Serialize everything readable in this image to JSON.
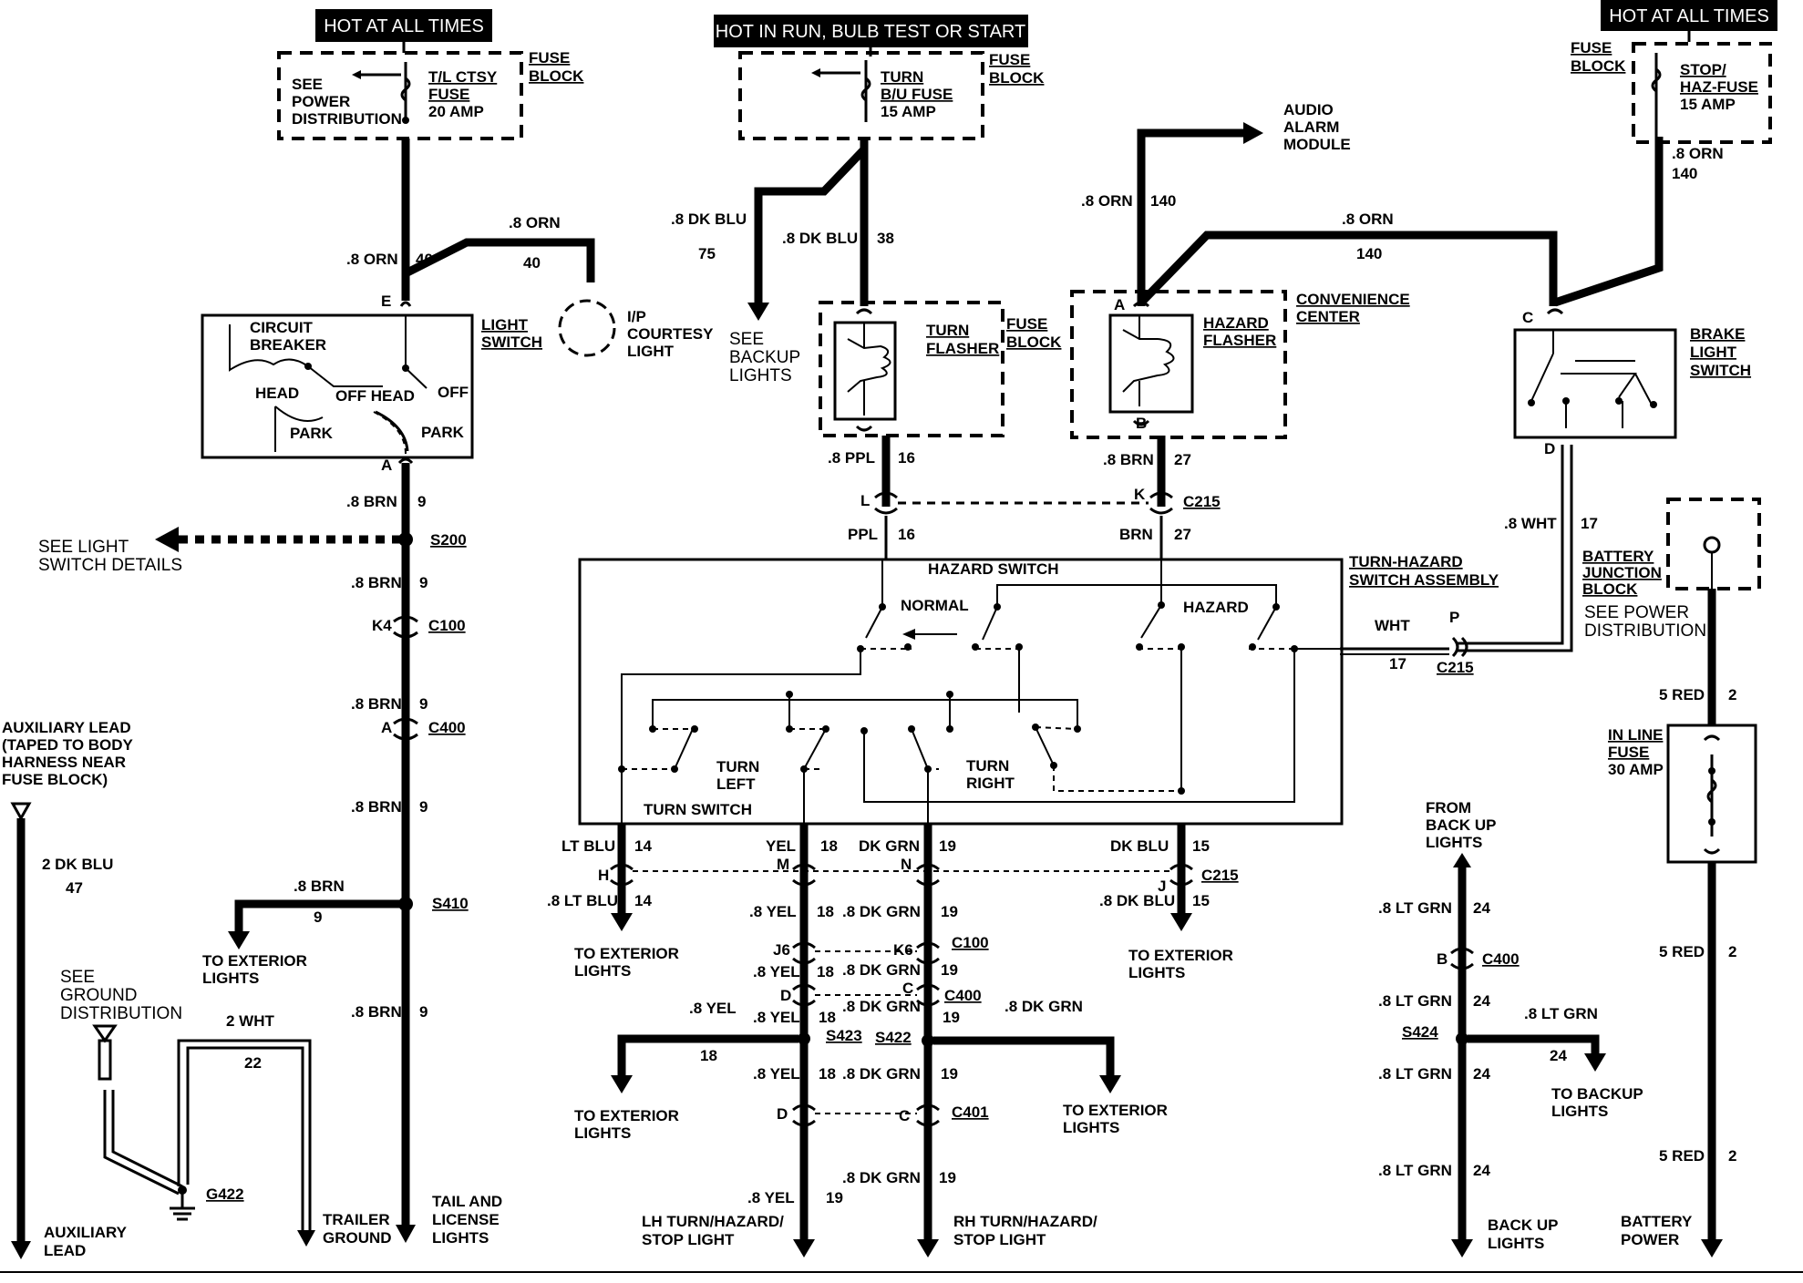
{
  "headers": {
    "hot_left": "HOT AT ALL TIMES",
    "hot_center": "HOT IN RUN, BULB TEST OR START",
    "hot_right": "HOT AT ALL TIMES"
  },
  "fuses": {
    "tl_ctsy": [
      "T/L CTSY",
      "FUSE",
      "20 AMP"
    ],
    "turn_bu": [
      "TURN",
      "B/U FUSE",
      "15 AMP"
    ],
    "stop_haz": [
      "STOP/",
      "HAZ-FUSE",
      "15 AMP"
    ],
    "fuse_block": [
      "FUSE",
      "BLOCK"
    ],
    "see_power_dist": [
      "SEE",
      "POWER",
      "DISTRIBUTION"
    ],
    "in_line": [
      "IN LINE",
      "FUSE",
      "30 AMP"
    ]
  },
  "components": {
    "light_switch": [
      "LIGHT",
      "SWITCH"
    ],
    "circuit_breaker": [
      "CIRCUIT",
      "BREAKER"
    ],
    "head": "HEAD",
    "off_head": "OFF HEAD",
    "off": "OFF",
    "park": "PARK",
    "ip_courtesy": [
      "I/P",
      "COURTESY",
      "LIGHT"
    ],
    "turn_flasher": [
      "TURN",
      "FLASHER"
    ],
    "hazard_flasher": [
      "HAZARD",
      "FLASHER"
    ],
    "convenience_center": [
      "CONVENIENCE",
      "CENTER"
    ],
    "audio_alarm": [
      "AUDIO",
      "ALARM",
      "MODULE"
    ],
    "brake_light_switch": [
      "BRAKE",
      "LIGHT",
      "SWITCH"
    ],
    "battery_junction": [
      "BATTERY",
      "JUNCTION",
      "BLOCK"
    ],
    "see_power_distribution": [
      "SEE POWER",
      "DISTRIBUTION"
    ],
    "hazard_switch": "HAZARD SWITCH",
    "turn_hazard_assembly": [
      "TURN-HAZARD",
      "SWITCH ASSEMBLY"
    ],
    "normal": "NORMAL",
    "hazard": "HAZARD",
    "turn_left": [
      "TURN",
      "LEFT"
    ],
    "turn_right": [
      "TURN",
      "RIGHT"
    ],
    "turn_switch": "TURN SWITCH"
  },
  "refs": {
    "see_light_switch_details": [
      "SEE LIGHT",
      "SWITCH DETAILS"
    ],
    "see_backup_lights": [
      "SEE",
      "BACKUP",
      "LIGHTS"
    ],
    "aux_lead": [
      "AUXILIARY LEAD",
      "(TAPED TO BODY",
      "HARNESS NEAR",
      "FUSE BLOCK)"
    ],
    "see_ground": [
      "SEE",
      "GROUND",
      "DISTRIBUTION"
    ],
    "to_exterior_lights": [
      "TO EXTERIOR",
      "LIGHTS"
    ],
    "from_back_up": [
      "FROM",
      "BACK UP",
      "LIGHTS"
    ],
    "to_backup_lights": [
      "TO BACKUP",
      "LIGHTS"
    ]
  },
  "bottom": {
    "auxiliary_lead": [
      "AUXILIARY",
      "LEAD"
    ],
    "trailer_ground": [
      "TRAILER",
      "GROUND"
    ],
    "tail_license": [
      "TAIL AND",
      "LICENSE",
      "LIGHTS"
    ],
    "lh_turn": [
      "LH TURN/HAZARD/",
      "STOP LIGHT"
    ],
    "rh_turn": [
      "RH TURN/HAZARD/",
      "STOP LIGHT"
    ],
    "back_up_lights": [
      "BACK UP",
      "LIGHTS"
    ],
    "battery_power": [
      "BATTERY",
      "POWER"
    ]
  },
  "connectors": {
    "S200": "S200",
    "C100": "C100",
    "C400": "C400",
    "S410": "S410",
    "G422": "G422",
    "C215": "C215",
    "S423": "S423",
    "S422": "S422",
    "C401": "C401",
    "S424": "S424",
    "pin_E": "E",
    "pin_A": "A",
    "pin_K4": "K4",
    "pin_L": "L",
    "pin_K": "K",
    "pin_B": "B",
    "pin_C": "C",
    "pin_D": "D",
    "pin_P": "P",
    "pin_H": "H",
    "pin_M": "M",
    "pin_N": "N",
    "pin_J": "J",
    "pin_J6": "J6",
    "pin_K6": "K6"
  },
  "wires": {
    "orn_08": ".8 ORN",
    "n40": "40",
    "n140": "140",
    "n75": "75",
    "n38": "38",
    "dkblu_08": ".8 DK BLU",
    "brn_08": ".8 BRN",
    "n9": "9",
    "ppl_08": ".8 PPL",
    "n16": "16",
    "ppl": "PPL",
    "brn": "BRN",
    "n27": "27",
    "wht_08": ".8 WHT",
    "n17": "17",
    "wht": "WHT",
    "red_5": "5 RED",
    "n2": "2",
    "dkblu_2": "2 DK BLU",
    "n47": "47",
    "wht_2": "2 WHT",
    "n22": "22",
    "ltblu": "LT BLU",
    "n14": "14",
    "yel": "YEL",
    "n18": "18",
    "dkgrn": "DK GRN",
    "n19": "19",
    "dkblu": "DK BLU",
    "n15": "15",
    "ltblu_08": ".8 LT BLU",
    "yel_08": ".8 YEL",
    "dkgrn_08": ".8 DK GRN",
    "ltgrn_08": ".8 LT GRN",
    "n24": "24"
  }
}
